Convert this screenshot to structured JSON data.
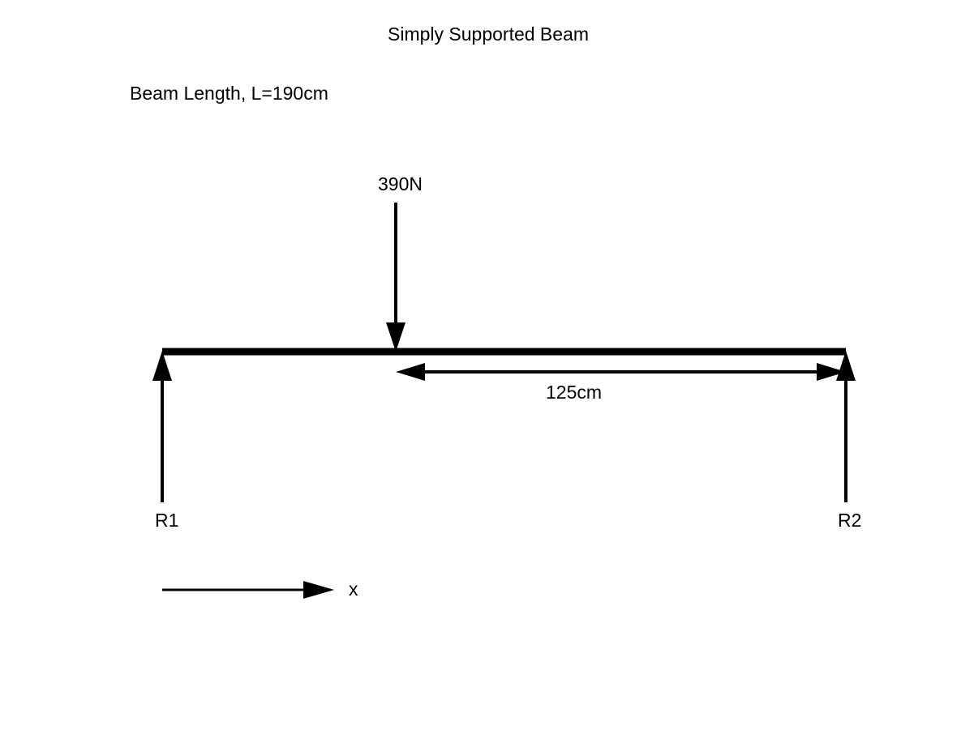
{
  "title": "Simply Supported Beam",
  "beam_length_label": "Beam Length, L=190cm",
  "load": {
    "label": "390N"
  },
  "dimension": {
    "label": "125cm"
  },
  "supports": {
    "left_label": "R1",
    "right_label": "R2"
  },
  "axis": {
    "label": "x"
  },
  "colors": {
    "stroke": "#000000",
    "background": "#ffffff"
  }
}
